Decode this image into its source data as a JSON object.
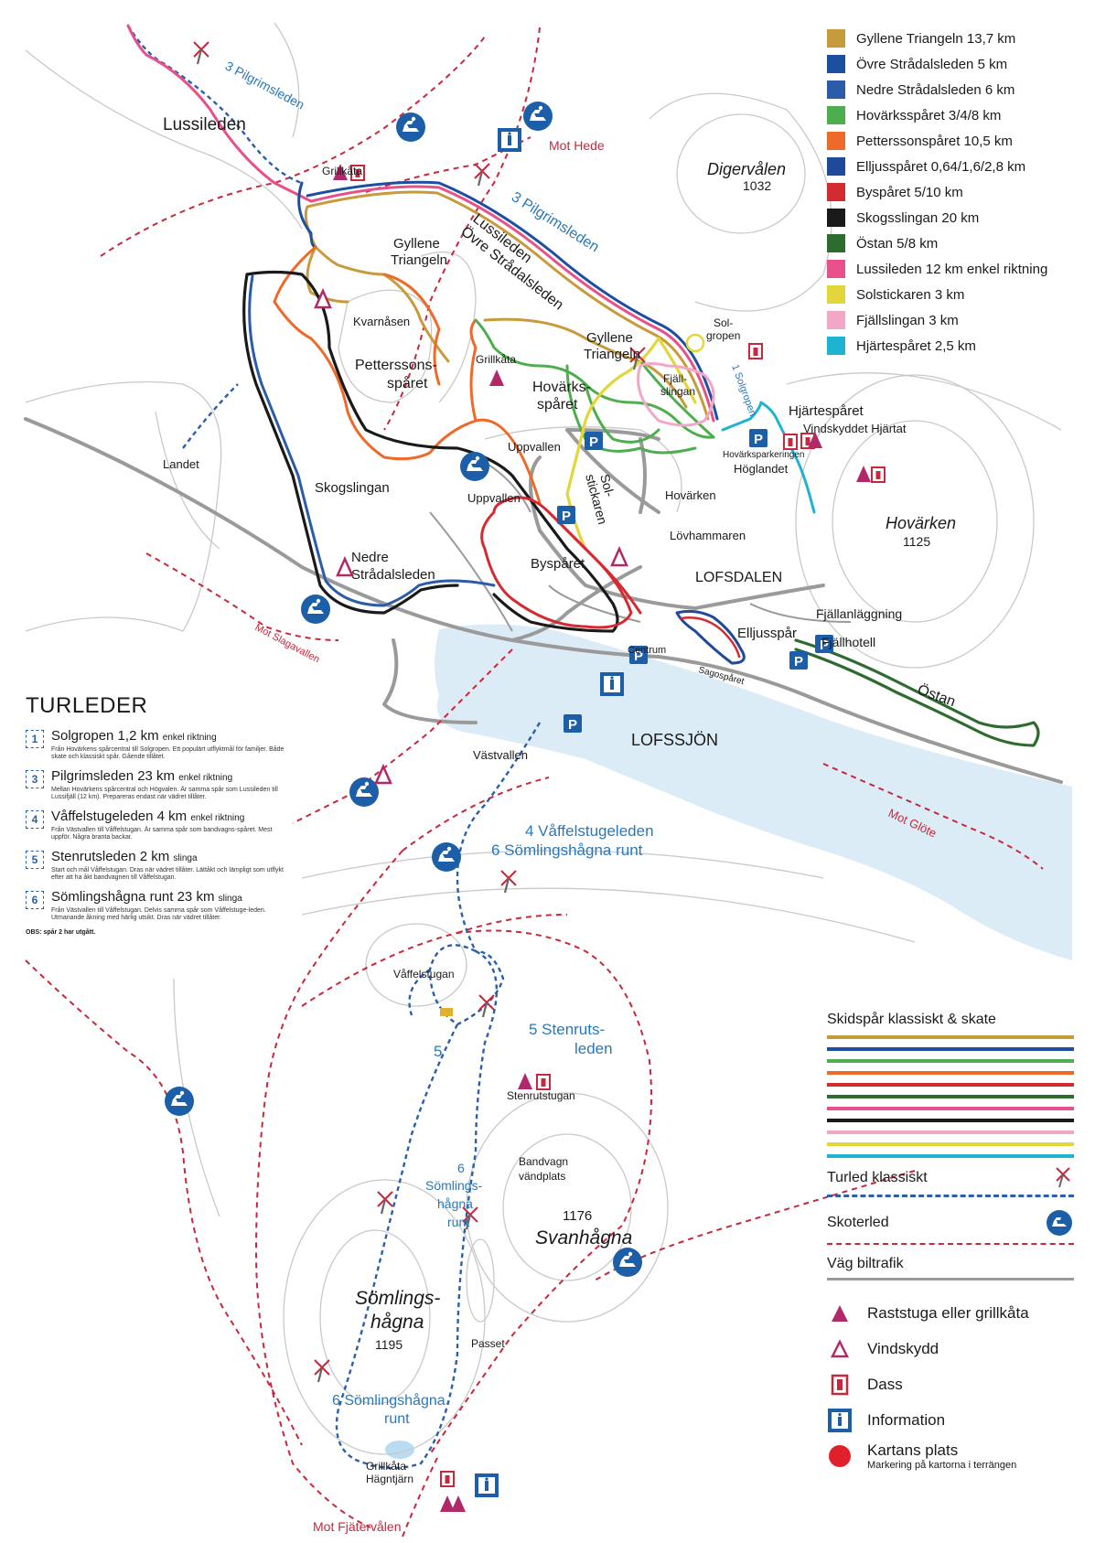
{
  "trail_legend": [
    {
      "label": "Gyllene Triangeln 13,7 km",
      "color": "#c69b3c"
    },
    {
      "label": "Övre Strådalsleden 5 km",
      "color": "#1c4fa0"
    },
    {
      "label": "Nedre Strådalsleden 6 km",
      "color": "#2a5caa"
    },
    {
      "label": "Hovärksspåret 3/4/8 km",
      "color": "#4cae4c"
    },
    {
      "label": "Petterssonspåret 10,5 km",
      "color": "#ee6a2a"
    },
    {
      "label": "Elljusspåret 0,64/1,6/2,8 km",
      "color": "#1f4a9a"
    },
    {
      "label": "Byspåret 5/10 km",
      "color": "#d42a32"
    },
    {
      "label": "Skogsslingan 20 km",
      "color": "#1a1a1a"
    },
    {
      "label": "Östan 5/8 km",
      "color": "#2e6b2e"
    },
    {
      "label": "Lussileden 12 km  enkel riktning",
      "color": "#e8508c"
    },
    {
      "label": "Solstickaren 3 km",
      "color": "#e3d63a"
    },
    {
      "label": "Fjällslingan 3 km",
      "color": "#f2a7c6"
    },
    {
      "label": "Hjärtespåret 2,5 km",
      "color": "#1fb3d2"
    }
  ],
  "turleder": {
    "title": "TURLEDER",
    "items": [
      {
        "num": "1",
        "name": "Solgropen 1,2 km",
        "note": "enkel riktning",
        "desc": "Från Hovärkens spårcentral till Solgropen. Ett populärt utflyktmål för familjer. Både skate och klassiskt spår. Gående tillåtet."
      },
      {
        "num": "3",
        "name": "Pilgrimsleden 23 km",
        "note": "enkel riktning",
        "desc": "Mellan Hovärkens spårcentral och Högvalen. Är samma spår som Lussileden till Lussifjäll (12 km). Prepareras endast när vädret tillåter."
      },
      {
        "num": "4",
        "name": "Våffelstugeleden 4 km",
        "note": "enkel riktning",
        "desc": "Från Västvallen till Våffelstugan. Är samma spår som bandvagns-spåret. Mest uppför. Några branta backar."
      },
      {
        "num": "5",
        "name": "Stenrutsleden 2 km",
        "note": "slinga",
        "desc": "Start och mål Våffelstugan. Dras när vädret tillåter. Lättåkt och lämpligt som utflykt efter att ha åkt bandvagnen till Våffelstugan."
      },
      {
        "num": "6",
        "name": "Sömlingshågna runt 23 km",
        "note": "slinga",
        "desc": "Från Västvallen till Våffelstugan. Delvis samma spår som Våffelstuge-leden. Utmanande åkning med härlig utsikt. Dras när vädret tillåter."
      }
    ],
    "obs": "OBS: spår 2 har utgått."
  },
  "bottom_legend": {
    "ski_heading": "Skidspår klassiskt & skate",
    "ski_colors": [
      "#c69b3c",
      "#1c4fa0",
      "#4cae4c",
      "#ee6a2a",
      "#d42a32",
      "#2e6b2e",
      "#e8508c",
      "#1a1a1a",
      "#f2a7c6",
      "#e3d63a",
      "#1fb3d2"
    ],
    "turled": "Turled klassiskt",
    "skoterled": "Skoterled",
    "vag": "Väg biltrafik",
    "symbols": [
      {
        "icon": "raststuga-icon",
        "label": "Raststuga eller grillkåta"
      },
      {
        "icon": "vindskydd-icon",
        "label": "Vindskydd"
      },
      {
        "icon": "dass-icon",
        "label": "Dass"
      },
      {
        "icon": "information-icon",
        "label": "Information"
      },
      {
        "icon": "location-dot-icon",
        "label": "Kartans plats",
        "sub": "Markering på kartorna i terrängen"
      }
    ]
  },
  "map_labels": {
    "lussileden": "Lussileden",
    "pilgrimsleden_top": "3 Pilgrimsleden",
    "pilgrimsleden_mid": "3 Pilgrimsleden",
    "grillkata_1": "Grillkåta",
    "grillkata_2": "Grillkåta",
    "grillkata_3": "Grillkåta",
    "mot_hede": "Mot Hede",
    "digervalen": "Digervålen",
    "digervalen_h": "1032",
    "gyllene_1_a": "Gyllene",
    "gyllene_1_b": "Triangeln",
    "gyllene_2_a": "Gyllene",
    "gyllene_2_b": "Triangeln",
    "lussileden_2": "Lussileden",
    "ovre": "Övre Strådalsleden",
    "kvarnasen": "Kvarnåsen",
    "pettersson_a": "Petterssons-",
    "pettersson_b": "spåret",
    "hovarks_a": "Hovärks-",
    "hovarks_b": "spåret",
    "solgropen_a": "Sol-",
    "solgropen_b": "gropen",
    "fjall_a": "Fjäll-",
    "fjall_b": "slingan",
    "solgropen_trail": "1 Solgropen",
    "hjartesparet": "Hjärtespåret",
    "vindskydd_hjartat": "Vindskyddet Hjärtat",
    "hovarksparkeringen": "Hovärksparkeringen",
    "hoglandet": "Höglandet",
    "hovarken_village": "Hovärken",
    "hovarken_mtn": "Hovärken",
    "hovarken_h": "1125",
    "landet": "Landet",
    "uppvallen_1": "Uppvallen",
    "uppvallen_2": "Uppvallen",
    "skogsslingan": "Skogslingan",
    "sol_a": "Sol-",
    "sol_b": "stickaren",
    "lovhammaren": "Lövhammaren",
    "nedre_a": "Nedre",
    "nedre_b": "Strådalsleden",
    "bysparet": "Byspåret",
    "lofsdalen": "LOFSDALEN",
    "fjallanlaggning": "Fjällanläggning",
    "elljusspar": "Elljusspår",
    "fjallhotell": "Fjällhotell",
    "centrum": "Centrum",
    "sagosparet": "Sagospåret",
    "ostan": "Östan",
    "mot_slagavallen": "Mot Slagavallen",
    "lofssjon": "LOFSSJÖN",
    "vastvallen": "Västvallen",
    "mot_glote": "Mot Glöte",
    "vaffel_a": "4 Våffelstugeleden",
    "vaffel_b": "6 Sömlingshågna runt",
    "vaffelstugan": "Våffelstugan",
    "five": "5",
    "stenruts_a": "5 Stenruts-",
    "stenruts_b": "leden",
    "stenrutstugan": "Stenrutstugan",
    "bandvagn_a": "Bandvagn",
    "bandvagn_b": "vändplats",
    "six_a": "6",
    "six_b": "Sömlings-",
    "six_c": "hågna",
    "six_d": "runt",
    "svan_h": "1176",
    "svanhagna": "Svanhågna",
    "soml_a": "Sömlings-",
    "soml_b": "hågna",
    "soml_h": "1195",
    "passet": "Passet",
    "soml_runt_a": "6 Sömlingshågna",
    "soml_runt_b": "runt",
    "hagntjarn": "Hägntjärn",
    "mot_fjatervalen": "Mot Fjätervålen"
  }
}
